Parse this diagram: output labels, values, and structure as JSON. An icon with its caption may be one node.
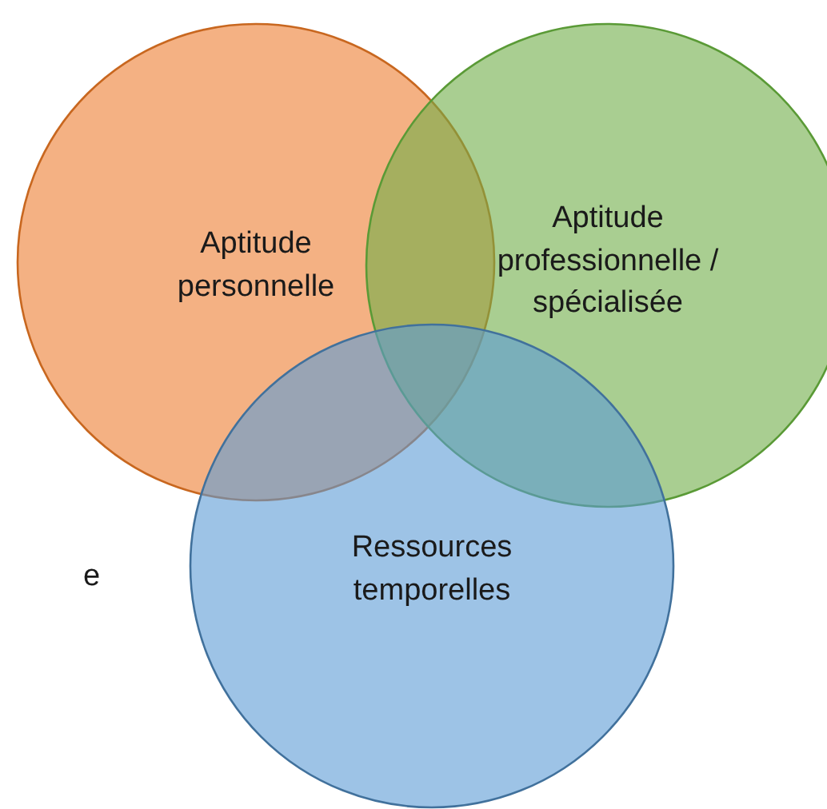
{
  "diagram": {
    "nodes": [
      {
        "text": [
          "Aptitude personnelle"
        ]
      },
      {
        "text": [
          "Aptitude professionnelle / spécialisée"
        ]
      },
      {
        "text": [
          "Ressources temporelles"
        ]
      }
    ],
    "labels": [
      "e"
    ]
  }
}
